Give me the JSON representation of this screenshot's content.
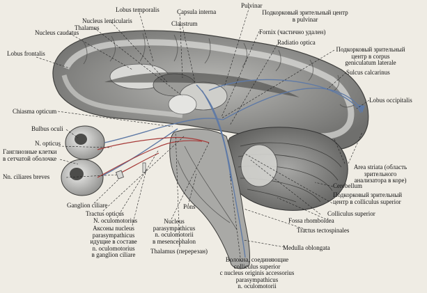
{
  "labels": {
    "lobus_temporalis": "Lobus temporalis",
    "capsula_interna": "Capsula interna",
    "pulvinar": "Pulvinar",
    "subcortical_pulvinar": [
      "Подкорковый зрительный центр",
      "в pulvinar"
    ],
    "nucleus_lenticularis": "Nucleus lenticularis",
    "thalamus": "Thalamus",
    "claustrum": "Claustrum",
    "nucleus_caudatus": "Nucleus caudatus",
    "fornix": "Fornix (частично удален)",
    "radiatio_optica": "Radiatio optica",
    "subcortical_cgl": [
      "Подкорковый зрительный",
      "центр в corpus",
      "geniculatum laterale"
    ],
    "lobus_frontalis": "Lobus frontalis",
    "sulcus_calcarinus": "Sulcus calcarinus",
    "lobus_occipitalis": "Lobus occipitalis",
    "chiasma_opticum": "Chiasma opticum",
    "bulbus_oculi": "Bulbus oculi",
    "n_opticus": "N. opticus",
    "ganglion_cells": [
      "Ганглиозные клетки",
      "в сетчатой оболочке"
    ],
    "nn_ciliares_breves": "Nn. ciliares breves",
    "area_striata": [
      "Area striata (область",
      "зрительного",
      "анализатора в коре)"
    ],
    "cerebellum": "Cerebellum",
    "subcortical_colliculus": [
      "Подкорковый зрительный",
      "центр в colliculus  superior"
    ],
    "colliculus_superior": "Colliculus superior",
    "ganglion_ciliare": "Ganglion ciliare",
    "tractus_opticus": "Tractus opticus",
    "n_oculomotorius": "N. oculomotorius",
    "axons": [
      "Аксоны  nucleus",
      "parasympathicus",
      "идущие в составе",
      "n. oculomotorius",
      "в ganglion ciliare"
    ],
    "pons": "Pons",
    "nucleus_parasymp": [
      "Nucleus",
      "parasympathicus",
      "n. oculomotorii",
      "в mesencephalon"
    ],
    "fossa_rhomboidea": "Fossa rhomboidea",
    "tractus_tectospinales": "Tractus tectospinales",
    "thalamus_cut": "Thalamus (перерезан)",
    "medulla_oblongata": "Medulla oblongata",
    "fibers": [
      "Волокна, соединяющие",
      "colliculus superior",
      "с nucleus originis accessorius",
      "parasympathicus",
      "n. oculomotorii"
    ]
  }
}
